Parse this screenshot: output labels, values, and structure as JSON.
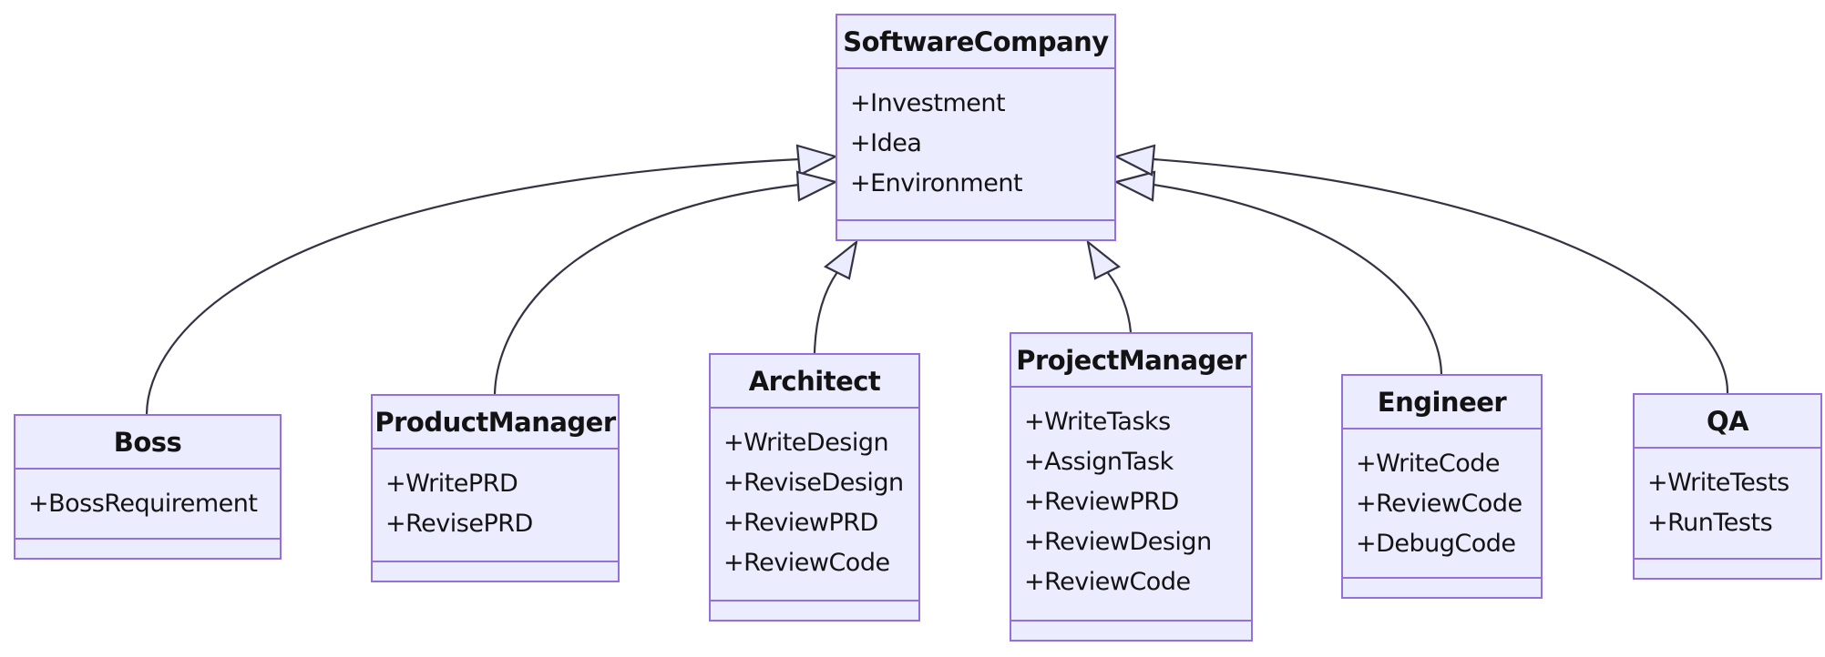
{
  "diagram_type": "uml-class-diagram",
  "colors": {
    "node_fill": "#ECECFF",
    "node_border": "#9370DB",
    "edge_stroke": "#333344",
    "text": "#131313",
    "background": "#ffffff"
  },
  "classes": [
    {
      "id": "software-company",
      "name": "SoftwareCompany",
      "attributes": [
        "+Investment",
        "+Idea",
        "+Environment"
      ],
      "methods": []
    },
    {
      "id": "boss",
      "name": "Boss",
      "attributes": [
        "+BossRequirement"
      ],
      "methods": []
    },
    {
      "id": "product-manager",
      "name": "ProductManager",
      "attributes": [
        "+WritePRD",
        "+RevisePRD"
      ],
      "methods": []
    },
    {
      "id": "architect",
      "name": "Architect",
      "attributes": [
        "+WriteDesign",
        "+ReviseDesign",
        "+ReviewPRD",
        "+ReviewCode"
      ],
      "methods": []
    },
    {
      "id": "project-manager",
      "name": "ProjectManager",
      "attributes": [
        "+WriteTasks",
        "+AssignTask",
        "+ReviewPRD",
        "+ReviewDesign",
        "+ReviewCode"
      ],
      "methods": []
    },
    {
      "id": "engineer",
      "name": "Engineer",
      "attributes": [
        "+WriteCode",
        "+ReviewCode",
        "+DebugCode"
      ],
      "methods": []
    },
    {
      "id": "qa",
      "name": "QA",
      "attributes": [
        "+WriteTests",
        "+RunTests"
      ],
      "methods": []
    }
  ],
  "relationships": [
    {
      "from": "Boss",
      "to": "SoftwareCompany",
      "type": "inheritance"
    },
    {
      "from": "ProductManager",
      "to": "SoftwareCompany",
      "type": "inheritance"
    },
    {
      "from": "Architect",
      "to": "SoftwareCompany",
      "type": "inheritance"
    },
    {
      "from": "ProjectManager",
      "to": "SoftwareCompany",
      "type": "inheritance"
    },
    {
      "from": "Engineer",
      "to": "SoftwareCompany",
      "type": "inheritance"
    },
    {
      "from": "QA",
      "to": "SoftwareCompany",
      "type": "inheritance"
    }
  ]
}
